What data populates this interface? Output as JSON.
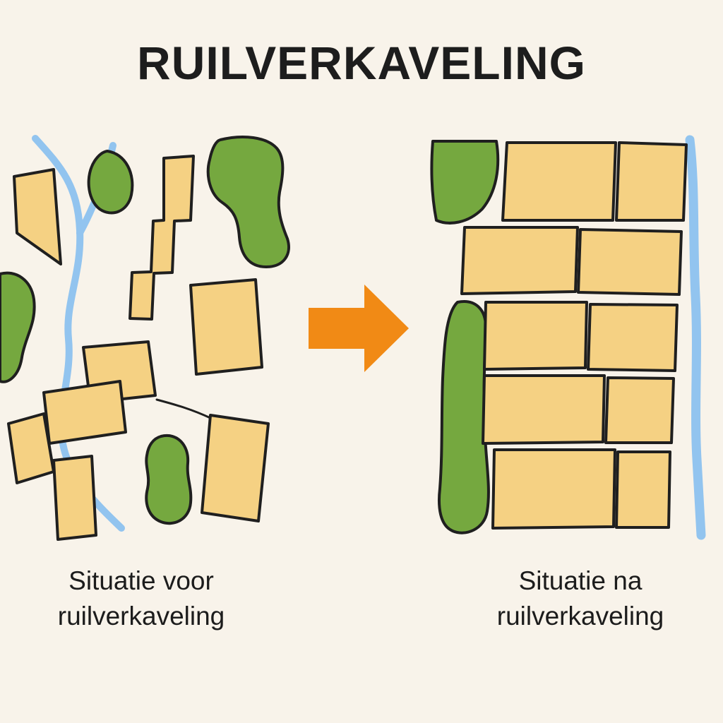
{
  "title": "RUILVERKAVELING",
  "before": {
    "caption_line1": "Situatie voor",
    "caption_line2": "ruilverkaveling"
  },
  "after": {
    "caption_line1": "Situatie na",
    "caption_line2": "ruilverkaveling"
  },
  "arrow": {
    "name": "right-arrow"
  },
  "colors": {
    "background": "#f8f3ea",
    "parcel_yellow": "#f5d183",
    "vegetation_green": "#75a83f",
    "water_blue": "#92c4ef",
    "arrow_orange": "#f18a15",
    "outline_black": "#1f1f1f",
    "text_black": "#1d1d1d"
  }
}
